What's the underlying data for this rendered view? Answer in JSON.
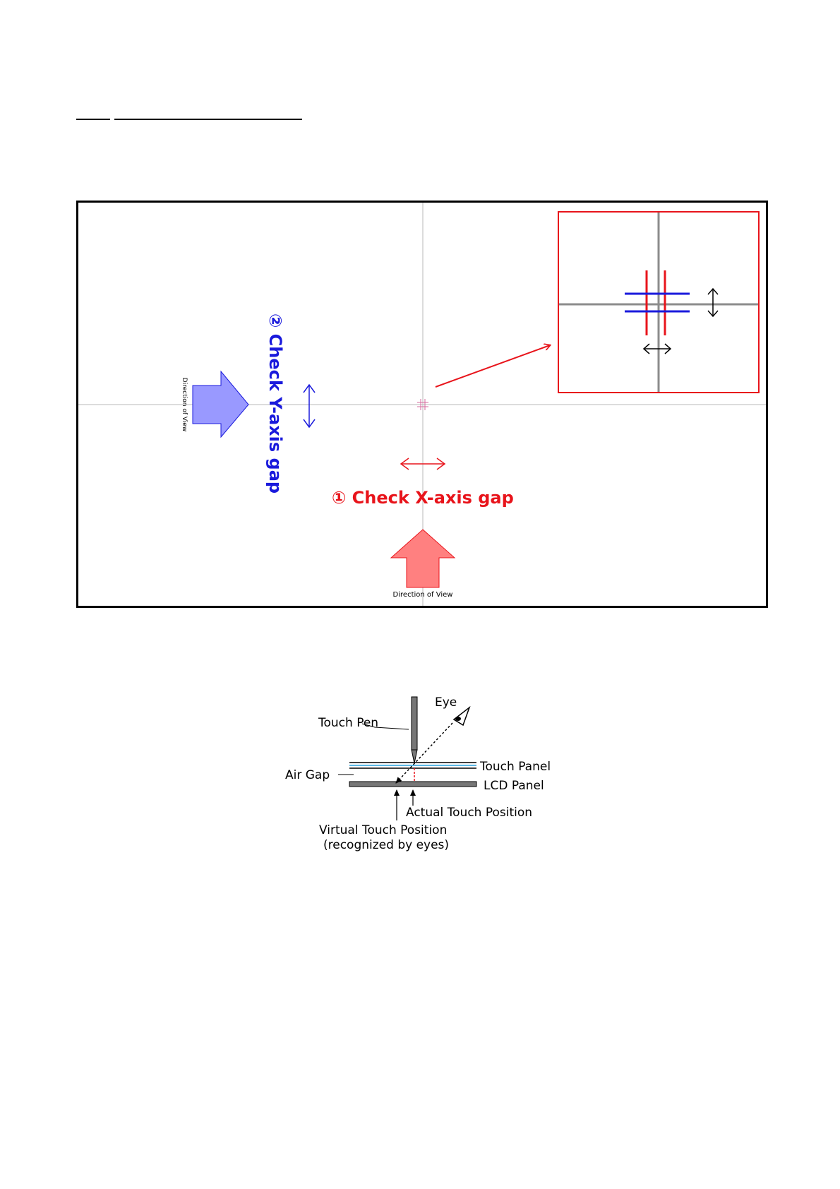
{
  "main_diagram": {
    "x_axis_label": "① Check X-axis gap",
    "y_axis_label": "② Check Y-axis gap",
    "bottom_arrow_caption": "Direction of View",
    "left_arrow_caption": "Direction of View",
    "colors": {
      "x_accent": "#e8141b",
      "y_accent": "#1a1adc",
      "bottom_arrow_fill": "#ff8080",
      "left_arrow_fill": "#9999ff",
      "crosshair": "#b8b8b8",
      "zoom_crosshair": "#8c8c8c"
    }
  },
  "airgap_diagram": {
    "eye_label": "Eye",
    "touch_pen_label": "Touch Pen",
    "touch_panel_label": "Touch Panel",
    "lcd_panel_label": "LCD Panel",
    "air_gap_label": "Air Gap",
    "actual_touch_label": "Actual Touch Position",
    "virtual_touch_label": "Virtual Touch Position",
    "virtual_touch_sublabel": "(recognized by eyes)"
  }
}
